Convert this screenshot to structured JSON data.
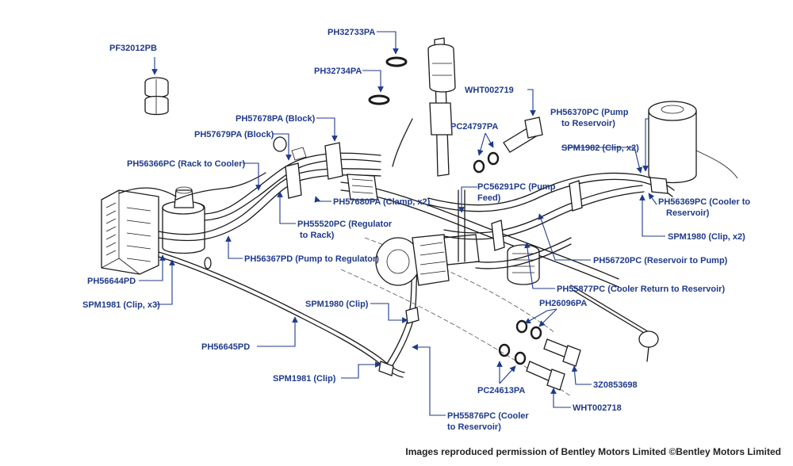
{
  "labels": {
    "pf32012pb": "PF32012PB",
    "ph32733pa": "PH32733PA",
    "ph32734pa": "PH32734PA",
    "wht002719": "WHT002719",
    "ph56370pc_l1": "PH56370PC (Pump",
    "ph56370pc_l2": "to Reservoir)",
    "ph57678pa": "PH57678PA (Block)",
    "ph57679pa": "PH57679PA (Block)",
    "pc24797pa": "PC24797PA",
    "spm1982": "SPM1982 (Clip, x2)",
    "ph56366pc": "PH56366PC (Rack to Cooler)",
    "pc56291pc_l1": "PC56291PC (Pump",
    "pc56291pc_l2": "Feed)",
    "ph56369pc_l1": "PH56369PC (Cooler to",
    "ph56369pc_l2": "Reservoir)",
    "ph57680pa": "PH57680PA (Clamp, x2)",
    "ph55520pc_l1": "PH55520PC (Regulator",
    "ph55520pc_l2": "to Rack)",
    "spm1980_x2": "SPM1980 (Clip, x2)",
    "ph56367pd": "PH56367PD (Pump to Regulator)",
    "ph56720pc": "PH56720PC (Reservoir to Pump)",
    "ph56644pd": "PH56644PD",
    "ph55877pc": "PH55877PC (Cooler Return to Reservoir)",
    "spm1981_x3": "SPM1981 (Clip, x3)",
    "spm1980": "SPM1980 (Clip)",
    "ph26096pa": "PH26096PA",
    "ph56645pd": "PH56645PD",
    "spm1981": "SPM1981 (Clip)",
    "z0853698": "3Z0853698",
    "pc24613pa": "PC24613PA",
    "wht002718": "WHT002718",
    "ph55876pc_l1": "PH55876PC (Cooler",
    "ph55876pc_l2": "to Reservoir)"
  },
  "credit": "Images reproduced permission of Bentley Motors Limited ©Bentley Motors Limited",
  "colors": {
    "label": "#1f3a8a",
    "linework": "#1a1a1a",
    "background": "#ffffff"
  }
}
